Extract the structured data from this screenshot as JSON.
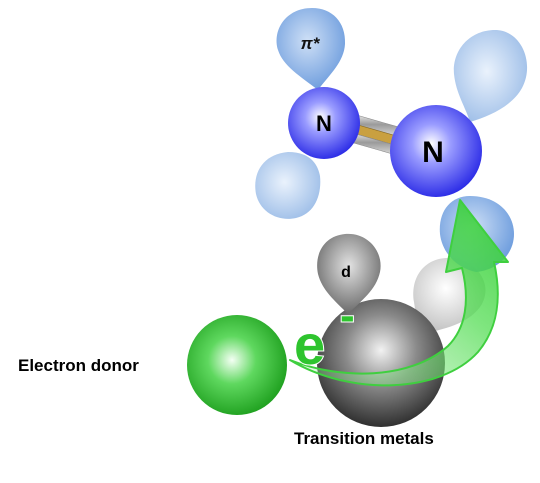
{
  "labels": {
    "pi_star": "π*",
    "nitrogen_left": "N",
    "nitrogen_right": "N",
    "d_orbital": "d",
    "electron": "e",
    "electron_charge": "-",
    "electron_donor": "Electron donor",
    "transition_metals": "Transition metals"
  },
  "colors": {
    "nitrogen": "#3b3bf0",
    "orbital_lobe": "#8fb8e8",
    "donor": "#22b822",
    "metal": "#3a3a3a",
    "arrow": "#43d343",
    "triple_bond_center": "#c9a040"
  }
}
